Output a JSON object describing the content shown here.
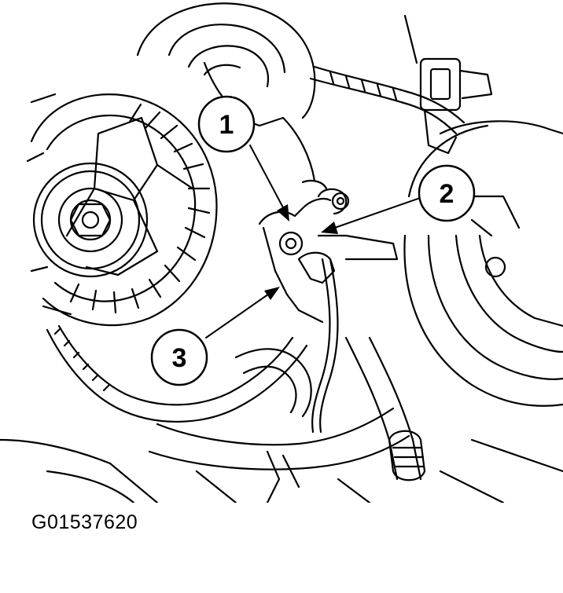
{
  "callouts": [
    {
      "label": "1"
    },
    {
      "label": "2"
    },
    {
      "label": "3"
    }
  ],
  "figure_id": "G01537620",
  "colors": {
    "ink": "#000000",
    "paper": "#ffffff"
  }
}
